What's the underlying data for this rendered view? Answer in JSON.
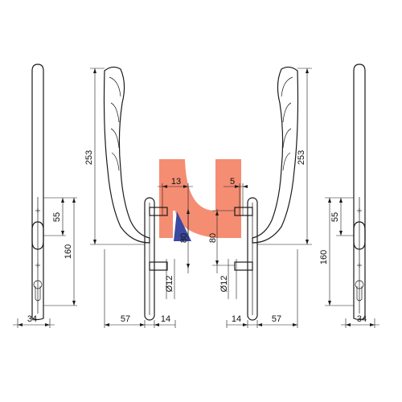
{
  "diagram": {
    "dimensions": {
      "left_profile_55": "55",
      "left_profile_160": "160",
      "left_profile_34": "34",
      "left_handle_253": "253",
      "left_base_57": "57",
      "left_base_14": "14",
      "left_spindle_13": "13",
      "left_spindle_80": "80",
      "left_dia_12": "Ø12",
      "right_spindle_5": "5",
      "right_spindle_80": "80",
      "right_dia_12": "Ø12",
      "right_base_14": "14",
      "right_base_57": "57",
      "right_handle_253": "253",
      "right_profile_55": "55",
      "right_profile_160": "160",
      "right_profile_34": "34"
    },
    "colors": {
      "logo_orange": "#f58d73",
      "logo_blue": "#3b49a0",
      "line": "#1a1a1a"
    }
  }
}
